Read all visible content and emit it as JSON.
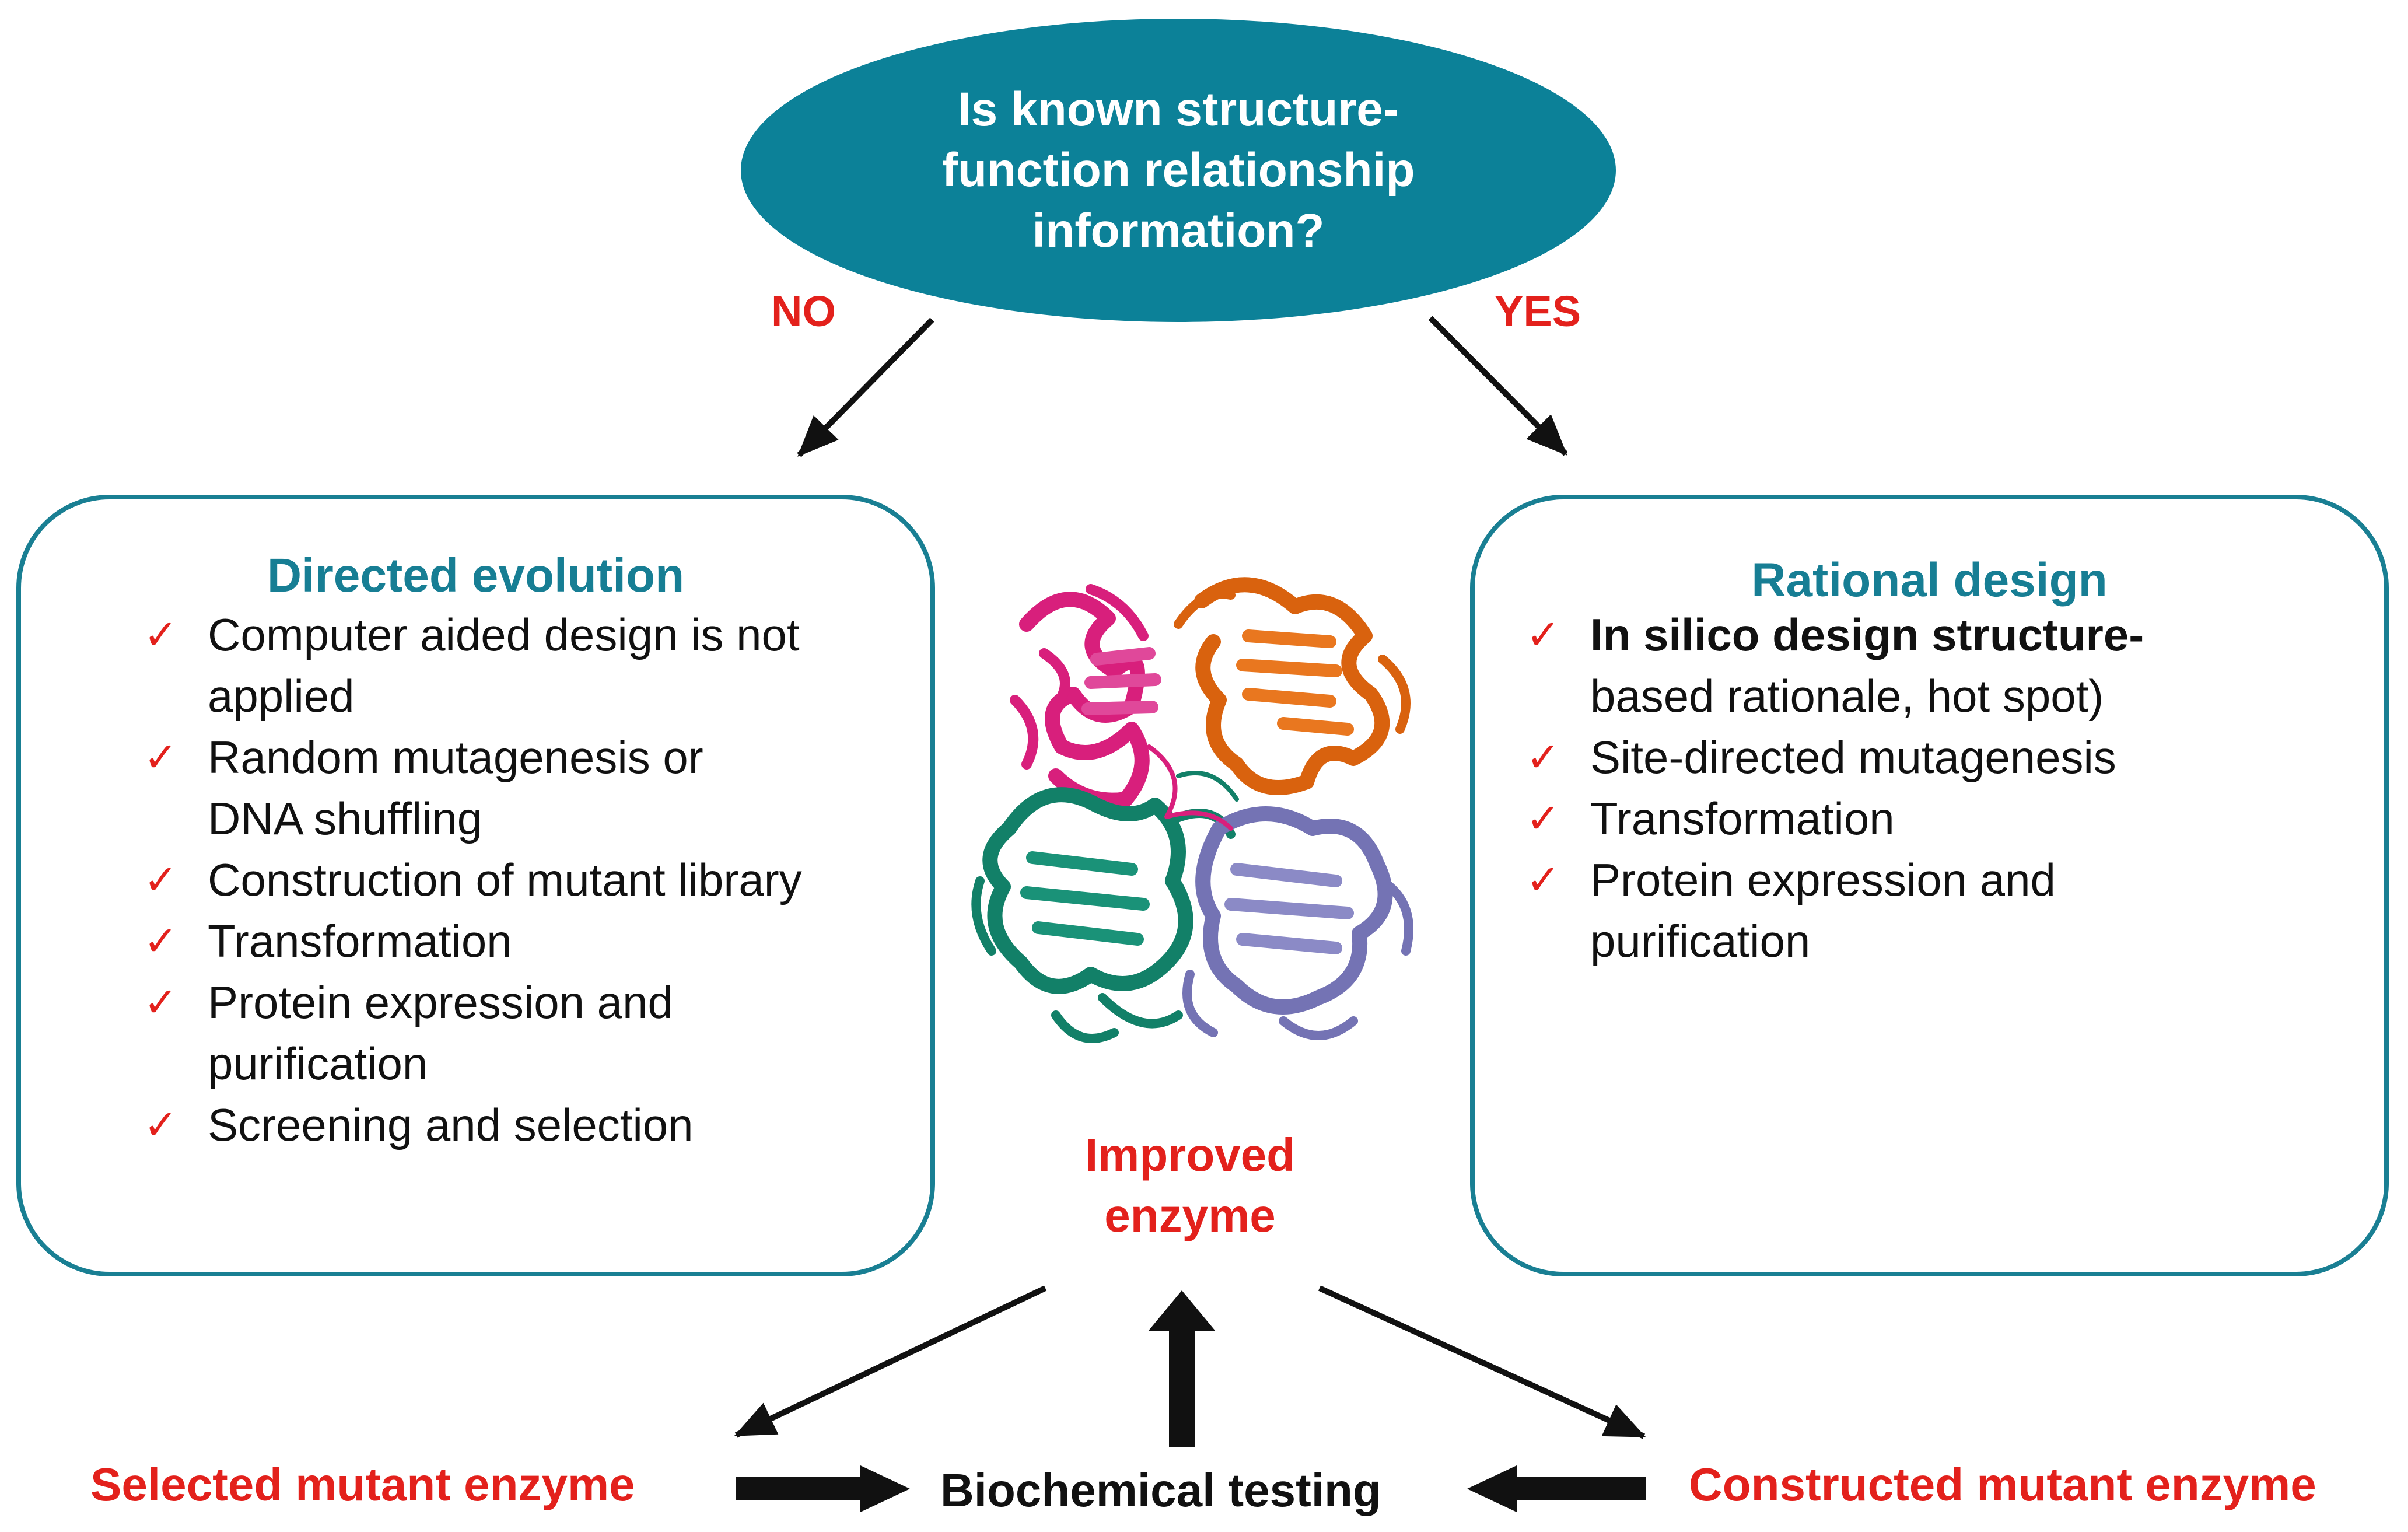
{
  "question": {
    "lines": [
      "Is known structure-",
      "function relationship",
      "information?"
    ]
  },
  "branches": {
    "no": "NO",
    "yes": "YES"
  },
  "directed_evolution": {
    "title": "Directed evolution",
    "steps": [
      [
        "Computer  aided design is not",
        "applied"
      ],
      [
        "Random  mutagenesis  or",
        "DNA shuffling"
      ],
      [
        "Construction of mutant  library"
      ],
      [
        "Transformation"
      ],
      [
        "Protein expression and",
        "purification"
      ],
      [
        "Screening and selection"
      ]
    ]
  },
  "rational_design": {
    "title": "Rational design",
    "steps": [
      [
        "In silico  design  structure-",
        "based rationale, hot spot)"
      ],
      [
        "Site-directed mutagenesis"
      ],
      [
        "Transformation"
      ],
      [
        "Protein expression and",
        "purification"
      ]
    ]
  },
  "center": {
    "protein_structure_icon": "protein-structure-icon",
    "result_lines": [
      "Improved",
      "enzyme"
    ]
  },
  "bottom": {
    "selected": "Selected mutant enzyme",
    "testing": "Biochemical testing",
    "constructed": "Constructed mutant enzyme"
  },
  "check_symbol": "✓",
  "colors": {
    "teal": "#0c8198",
    "panel_border": "#197f93",
    "accent_red": "#e3211c",
    "protein_chains": [
      "#d81f7c",
      "#d9620e",
      "#128068",
      "#7473b4"
    ]
  }
}
